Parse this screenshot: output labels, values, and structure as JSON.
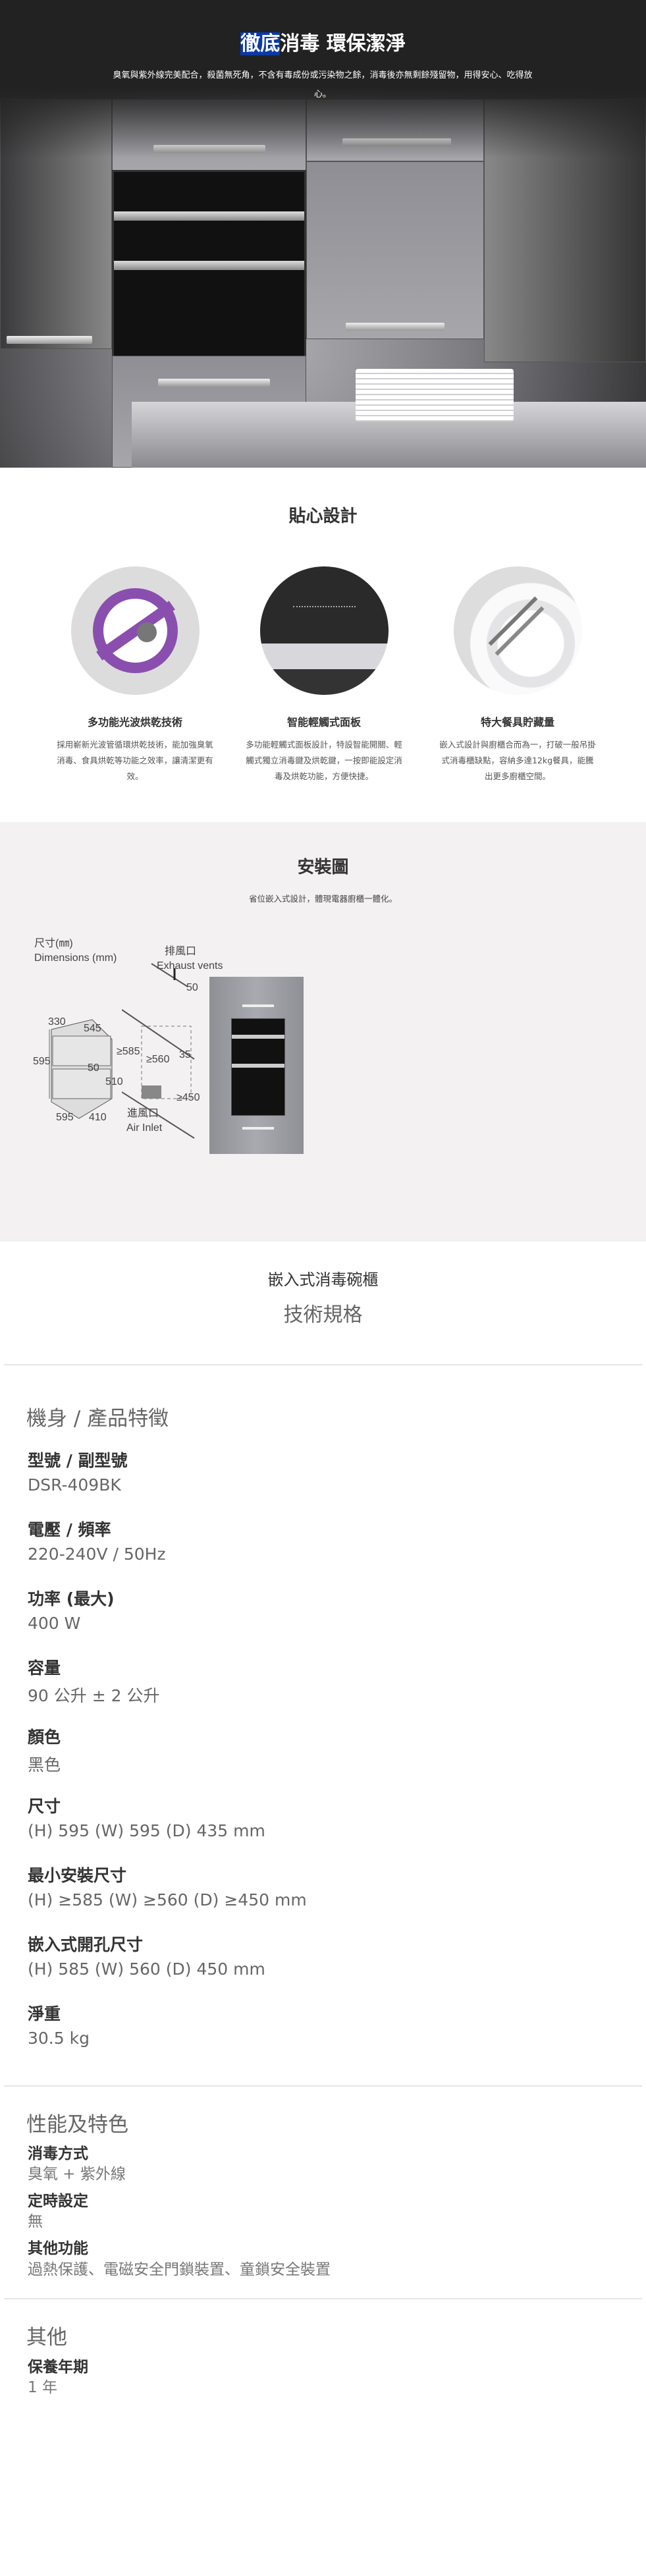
{
  "hero": {
    "title_highlight": "徹底",
    "title_rest": "消毒 環保潔淨",
    "description": "臭氧與紫外線完美配合，殺菌無死角，不含有毒成份或污染物之餘，消毒後亦無剩餘殘留物，用得安心、吃得放心。"
  },
  "design": {
    "title": "貼心設計",
    "features": [
      {
        "title": "多功能光波烘乾技術",
        "desc": "採用嶄新光波管循環烘乾技術，能加強臭氧消毒、食具烘乾等功能之效率，讓清潔更有效。",
        "icon": "no-germs-icon"
      },
      {
        "title": "智能輕觸式面板",
        "desc": "多功能輕觸式面板設計，特設智能開關、輕觸式獨立消毒鍵及烘乾鍵，一按即能設定消毒及烘乾功能，方便快捷。",
        "icon": "touch-panel-image"
      },
      {
        "title": "特大餐具貯藏量",
        "desc": "嵌入式設計與廚櫃合而為一，打破一般吊掛式消毒櫃缺點，容納多達12kg餐具，能騰出更多廚櫃空間。",
        "icon": "tableware-image"
      }
    ]
  },
  "install": {
    "title": "安裝圖",
    "subtitle": "省位嵌入式設計，體現電器廚櫃一體化。",
    "dim_label_zh": "尺寸(㎜)",
    "dim_label_en": "Dimensions (mm)",
    "dims": {
      "d330": "330",
      "d545": "545",
      "d595h": "595",
      "d50": "50",
      "d510": "510",
      "d595w": "595",
      "d410": "410"
    },
    "exhaust_zh": "排風口",
    "exhaust_en": "Exhaust vents",
    "exhaust_gap": "50",
    "cut_585": "≥585",
    "cut_560": "≥560",
    "cut_35": "35",
    "cut_450": "≥450",
    "inlet_zh": "進風口",
    "inlet_en": "Air Inlet"
  },
  "specs": {
    "product": "嵌入式消毒碗櫃",
    "title": "技術規格",
    "groups": [
      {
        "heading": "機身 / 產品特徵",
        "items": [
          {
            "label": "型號 / 副型號",
            "value": "DSR-409BK"
          },
          {
            "label": "電壓 / 頻率",
            "value": "220-240V / 50Hz"
          },
          {
            "label": "功率 (最大)",
            "value": "400 W"
          },
          {
            "label": "容量",
            "value": "90 公升 ± 2 公升"
          },
          {
            "label": "顏色",
            "value": "黑色"
          },
          {
            "label": "尺寸",
            "value": "(H) 595 (W) 595 (D) 435 mm"
          },
          {
            "label": "最小安裝尺寸",
            "value": "(H) ≥585 (W) ≥560 (D) ≥450 mm"
          },
          {
            "label": "嵌入式開孔尺寸",
            "value": "(H) 585 (W) 560 (D) 450 mm"
          },
          {
            "label": "淨重",
            "value": "30.5 kg"
          }
        ]
      },
      {
        "heading": "性能及特色",
        "items": [
          {
            "label": "消毒方式",
            "value": "臭氧 + 紫外線"
          },
          {
            "label": "定時設定",
            "value": "無"
          },
          {
            "label": "其他功能",
            "value": "過熱保護、電磁安全門鎖裝置、童鎖安全裝置"
          }
        ]
      },
      {
        "heading": "其他",
        "items": [
          {
            "label": "保養年期",
            "value": "1 年"
          }
        ]
      }
    ]
  }
}
